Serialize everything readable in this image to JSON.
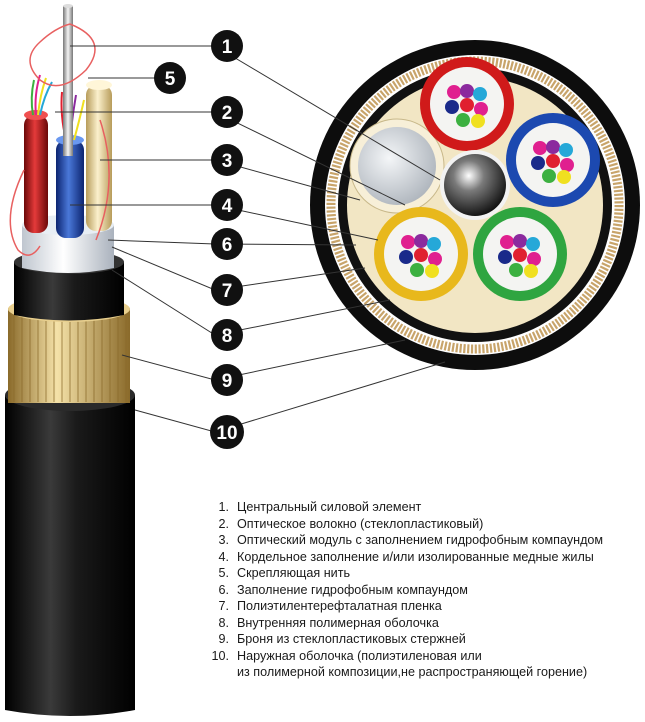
{
  "callouts": [
    {
      "n": "1"
    },
    {
      "n": "5"
    },
    {
      "n": "2"
    },
    {
      "n": "3"
    },
    {
      "n": "4"
    },
    {
      "n": "6"
    },
    {
      "n": "7"
    },
    {
      "n": "8"
    },
    {
      "n": "9"
    },
    {
      "n": "10"
    }
  ],
  "legend": [
    {
      "num": "1.",
      "text": "Центральный силовой элемент"
    },
    {
      "num": "2.",
      "text": "Оптическое волокно (стеклопластиковый)"
    },
    {
      "num": "3.",
      "text": "Оптический модуль с заполнением гидрофобным компаундом"
    },
    {
      "num": "4.",
      "text": "Кордельное заполнение и/или изолированные медные жилы"
    },
    {
      "num": "5.",
      "text": "Скрепляющая нить"
    },
    {
      "num": "6.",
      "text": "Заполнение гидрофобным компаундом"
    },
    {
      "num": "7.",
      "text": "Полиэтилентерефталатная пленка"
    },
    {
      "num": "8.",
      "text": "Внутренняя полимерная оболочка"
    },
    {
      "num": "9.",
      "text": "Броня из стеклопластиковых стержней"
    },
    {
      "num": "10.",
      "text": "Наружная оболочка (полиэтиленовая или\nиз полимерной композиции,не распространяющей горение)"
    }
  ],
  "colors": {
    "outer_sheath": "#0d0d0d",
    "armor": "#c8a46a",
    "filler": "#f2e6c4",
    "module_red": "#d01a1a",
    "module_blue": "#1c49b0",
    "module_green": "#2fa540",
    "module_yellow": "#e8b81c",
    "fiber_colors": [
      "#e0208f",
      "#8b2a9e",
      "#25a8d8",
      "#1a2a8a",
      "#e02030",
      "#3cb040",
      "#f0e020"
    ]
  }
}
